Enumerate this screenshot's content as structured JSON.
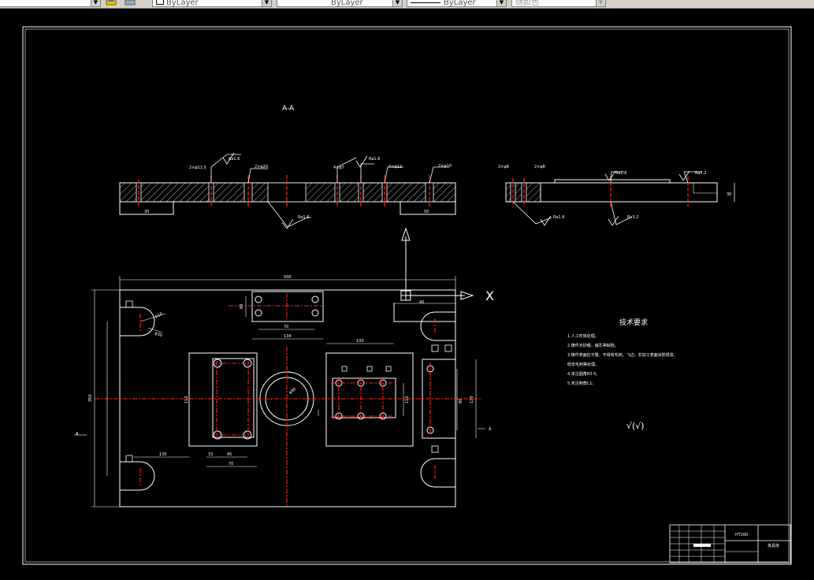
{
  "toolbar": {
    "color_control": "ByLayer",
    "linetype_control": "ByLayer",
    "lineweight_control": "ByLayer",
    "plotstyle_control": "随颜色"
  },
  "drawing": {
    "section_title": "A-A",
    "tech_req_title": "技术要求",
    "tech_req_items": [
      "1.人工时效处理。",
      "2.铸件无砂眼，缩孔等缺陷。",
      "3.铸件表面应平整，不得有毛刺、飞边，非加工表面涂防锈漆。",
      "经去毛刺等处理。",
      "4.未注圆角R3-5。",
      "5.未注倒角C1。"
    ],
    "roughness_symbol": "√(√)",
    "title_block": {
      "material": "HT200",
      "part_name": "夹具体"
    },
    "ucs_x_label": "X",
    "section_mark_left": "A",
    "section_mark_right": "A",
    "dims": {
      "overall_width": "500",
      "overall_height": "350",
      "d_upper_pitch": "70",
      "d_upper_width": "134",
      "d_upper_height": "80",
      "d_right_offset": "40",
      "d_center_block": "100",
      "d_center_block_h": "110",
      "d_left_block_h": "110",
      "d_left_dist": "130",
      "d_left_pitch": "45",
      "d_left_width": "70",
      "d_left_small": "15",
      "d_right_h": "120",
      "d_right_w": "80",
      "d_bore": "φ80",
      "d_slot_r": "R18",
      "d_slot_w": "φ30"
    },
    "section_dims": {
      "r1": "Ra1.6",
      "r2": "Ra1.6",
      "r3": "Ra1.6",
      "r4": "Ra1.6",
      "r5": "Ra3.2",
      "r6": "Ra1.6",
      "r7": "Ra3.2",
      "h1": "2×φ11.5",
      "h2": "2×φ20",
      "h3": "4×φ7",
      "h4": "4×φ12",
      "h5": "2×φ10",
      "h6": "2×φ8",
      "h7": "2×φ8",
      "base_left": "30",
      "base_right": "50",
      "side_h": "30"
    }
  }
}
